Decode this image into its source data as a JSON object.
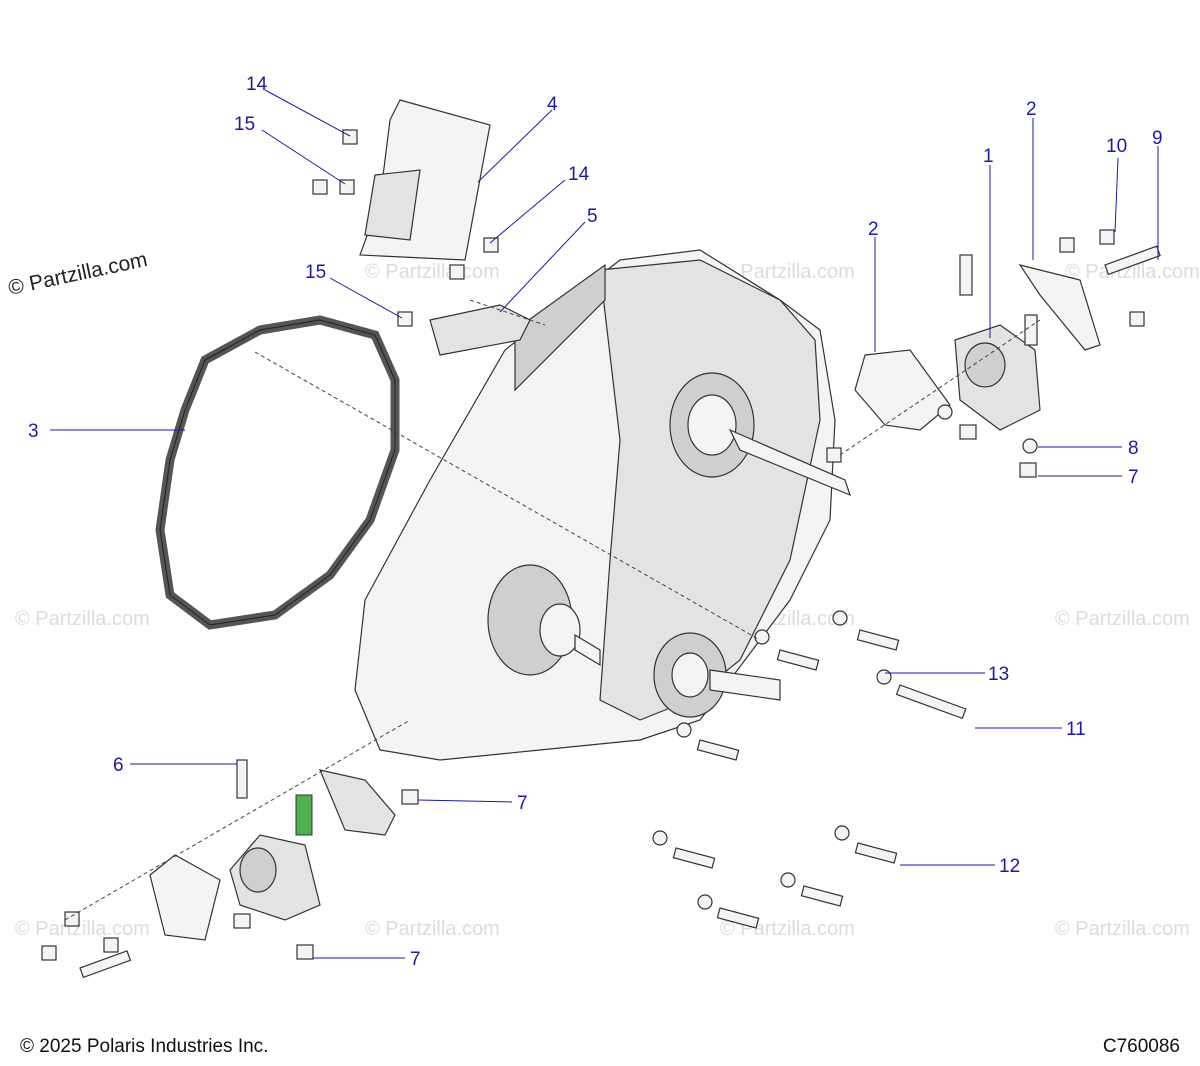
{
  "watermark": "© Partzilla.com",
  "footer": {
    "copyright": "© 2025 Polaris Industries Inc.",
    "diagram_code": "C760086"
  },
  "callouts": [
    "14",
    "15",
    "4",
    "14",
    "5",
    "15",
    "3",
    "2",
    "1",
    "2",
    "10",
    "9",
    "8",
    "7",
    "13",
    "11",
    "6",
    "7",
    "12",
    "7"
  ],
  "colors": {
    "callout": "#1a1aa6",
    "line": "#333333"
  }
}
